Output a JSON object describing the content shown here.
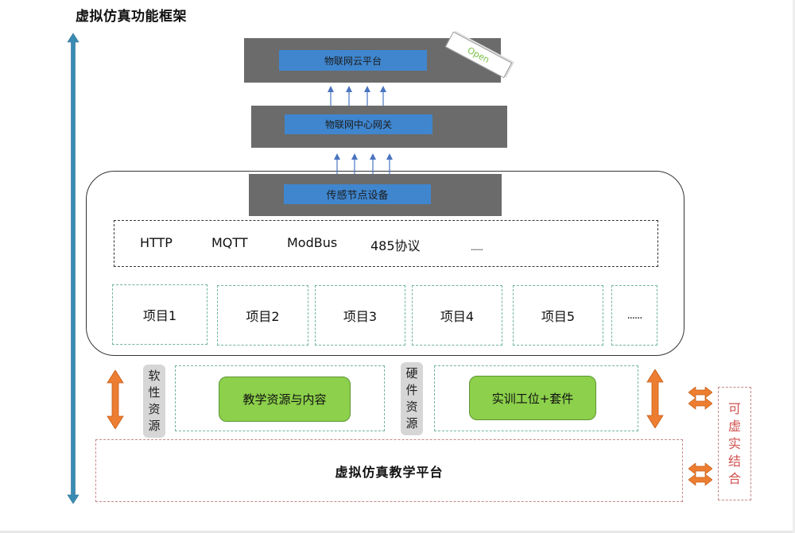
{
  "title": "虚拟仿真功能框架",
  "top_layers": {
    "cloud_platform": "物联网云平台",
    "open_tag": "Open",
    "gateway": "物联网中心网关",
    "sensor_nodes": "传感节点设备"
  },
  "protocols": [
    "HTTP",
    "MQTT",
    "ModBus",
    "485协议",
    "......"
  ],
  "projects": [
    "项目1",
    "项目2",
    "项目3",
    "项目4",
    "项目5",
    "......"
  ],
  "resources": {
    "soft_label": [
      "软",
      "性",
      "资",
      "源"
    ],
    "soft_content": "教学资源与内容",
    "hard_label": [
      "硬",
      "件",
      "资",
      "源"
    ],
    "hard_content": "实训工位+套件"
  },
  "platform": "虚拟仿真教学平台",
  "virtual_real": [
    "可",
    "虚",
    "实",
    "结",
    "合"
  ],
  "colors": {
    "layer_gray": "#6b6b6b",
    "layer_blue": "#3f86cf",
    "green_box": "#8cd04b",
    "orange_arrow": "#ed7d31",
    "axis_blue": "#3a8bb3",
    "red_text": "#d0524f"
  }
}
